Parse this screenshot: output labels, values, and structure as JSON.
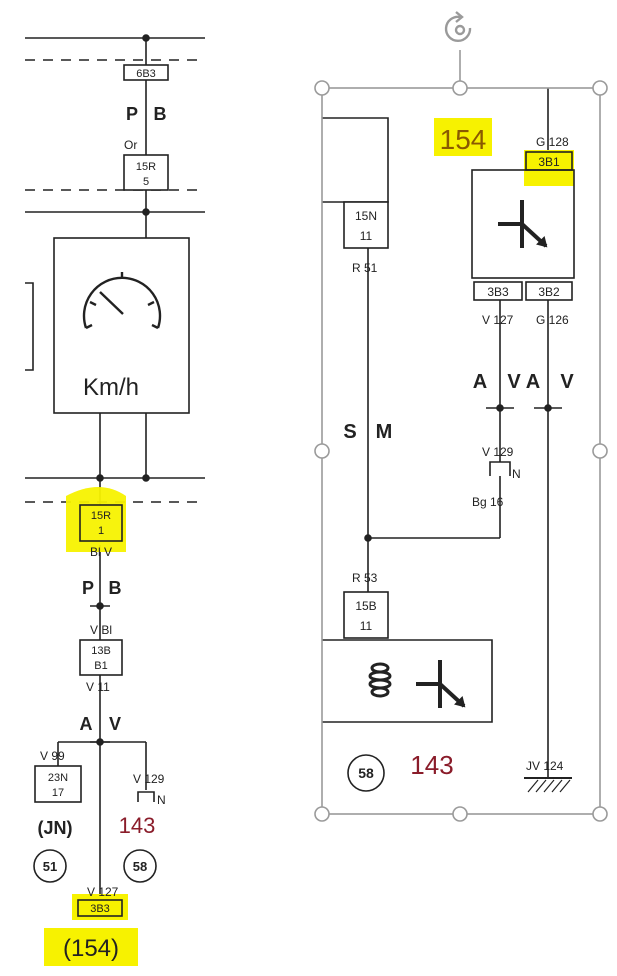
{
  "left": {
    "connector_top": "6B3",
    "wire_letters_top": [
      "P",
      "B"
    ],
    "wire_code_top": "Or",
    "box_15r5": [
      "15R",
      "5"
    ],
    "gauge_label": "Km/h",
    "box_15r1": [
      "15R",
      "1"
    ],
    "wire_codes_mid": "Bl V",
    "wire_letters_mid": [
      "P",
      "B"
    ],
    "wire_code_bl": "V Bl",
    "box_13b": [
      "13B",
      "B1"
    ],
    "wire_num_11": "V 11",
    "wire_letters_av": [
      "A",
      "V"
    ],
    "wire_99": "V 99",
    "box_23n": [
      "23N",
      "17"
    ],
    "jn_label": "(JN)",
    "circle_51": "51",
    "wire_129": "V 129",
    "n_label": "N",
    "ref_143": "143",
    "circle_58": "58",
    "wire_127": "V 127",
    "box_3b3": "3B3",
    "ref_154": "(154)"
  },
  "right": {
    "ref_154": "154",
    "wire_g128": "G 128",
    "box_3b1": "3B1",
    "box_15n": [
      "15N",
      "11"
    ],
    "wire_r51": "R 51",
    "box_3b3": "3B3",
    "box_3b2": "3B2",
    "wire_v127": "V 127",
    "wire_g126": "G 126",
    "letters_avav": [
      "A",
      "V",
      "A",
      "V"
    ],
    "letters_sm": [
      "S",
      "M"
    ],
    "wire_v129": "V 129",
    "n_label": "N",
    "wire_bg16": "Bg 16",
    "wire_r53": "R 53",
    "box_15b": [
      "15B",
      "11"
    ],
    "circle_58": "58",
    "ref_143": "143",
    "wire_jv124": "JV 124"
  },
  "colors": {
    "highlight": "#f7f200",
    "maroon_ref": "#8a1c2a",
    "handle_gray": "#9a9a9a",
    "line": "#222222"
  },
  "icons": [
    "speedometer-icon",
    "relay-contact-icon",
    "coil-icon",
    "ground-icon",
    "rotate-handle-icon"
  ]
}
